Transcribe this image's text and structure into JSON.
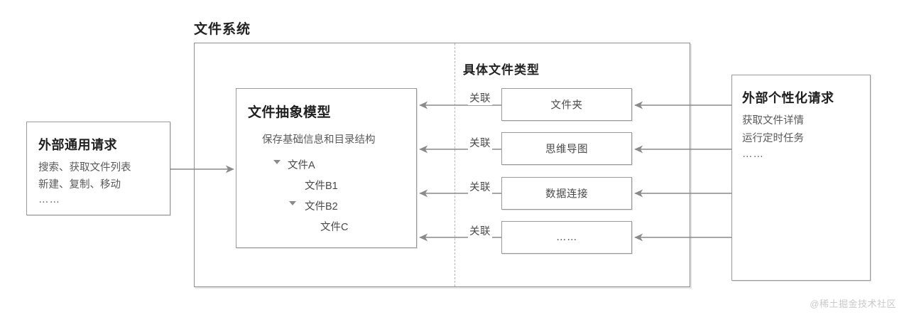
{
  "diagram": {
    "system_title": "文件系统",
    "types_heading": "具体文件类型",
    "watermark": "@稀土掘金技术社区"
  },
  "left_request": {
    "title": "外部通用请求",
    "lines": [
      "搜索、获取文件列表",
      "新建、复制、移动",
      "……"
    ]
  },
  "right_request": {
    "title": "外部个性化请求",
    "lines": [
      "获取文件详情",
      "运行定时任务",
      "……"
    ]
  },
  "model": {
    "title": "文件抽象模型",
    "subtitle": "保存基础信息和目录结构",
    "tree": [
      {
        "label": "文件A",
        "level": 1,
        "caret": true
      },
      {
        "label": "文件B1",
        "level": 2,
        "caret": false
      },
      {
        "label": "文件B2",
        "level": 2,
        "caret": true
      },
      {
        "label": "文件C",
        "level": 3,
        "caret": false
      }
    ]
  },
  "file_types": [
    {
      "label": "文件夹",
      "relation": "关联"
    },
    {
      "label": "思维导图",
      "relation": "关联"
    },
    {
      "label": "数据连接",
      "relation": "关联"
    },
    {
      "label": "……",
      "relation": "关联"
    }
  ],
  "colors": {
    "box_border": "#9a9a9a",
    "container_border": "#8f8f8f",
    "line": "#8a8a8a",
    "divider": "#b5b5b5",
    "title_text": "#1f1f1f",
    "body_text": "#595959",
    "watermark": "#c9c9c9"
  }
}
